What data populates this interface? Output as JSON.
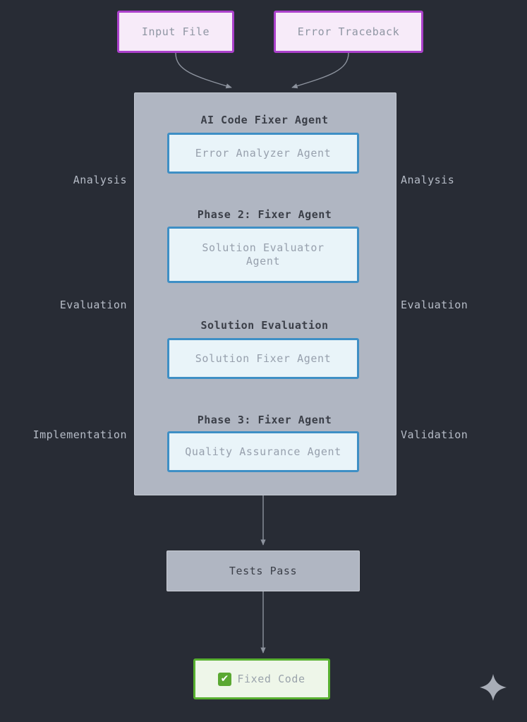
{
  "theme": {
    "background": "#282c35",
    "container_fill": "#b0b6c2",
    "input_border": "#ab41cb",
    "input_fill": "#f7ebf9",
    "agent_border": "#3e8fc5",
    "agent_fill": "#e9f4f9",
    "success_border": "#58b030",
    "success_fill": "#eef6e9",
    "check_badge": "#5aa832",
    "edge_stroke": "#8d939e",
    "side_label_color": "#b6bcc7",
    "phase_label_color": "#3b3f48"
  },
  "inputs": [
    {
      "label": "Input File"
    },
    {
      "label": "Error Traceback"
    }
  ],
  "subgraph": {
    "phases": [
      {
        "heading": "AI Code Fixer Agent",
        "agent": "Error Analyzer Agent"
      },
      {
        "heading": "Phase 2: Fixer Agent",
        "agent": "Solution Evaluator Agent"
      },
      {
        "heading": "Solution Evaluation",
        "agent": "Solution Fixer Agent"
      },
      {
        "heading": "Phase 3: Fixer Agent",
        "agent": "Quality Assurance Agent"
      }
    ]
  },
  "side_labels": {
    "left": [
      "Analysis",
      "Evaluation",
      "Implementation"
    ],
    "right": [
      "Analysis",
      "Evaluation",
      "Validation"
    ]
  },
  "outputs": {
    "tests": "Tests Pass",
    "fixed": "Fixed Code",
    "check_glyph": "✔"
  },
  "decoration": {
    "sparkle": "sparkle-icon"
  }
}
